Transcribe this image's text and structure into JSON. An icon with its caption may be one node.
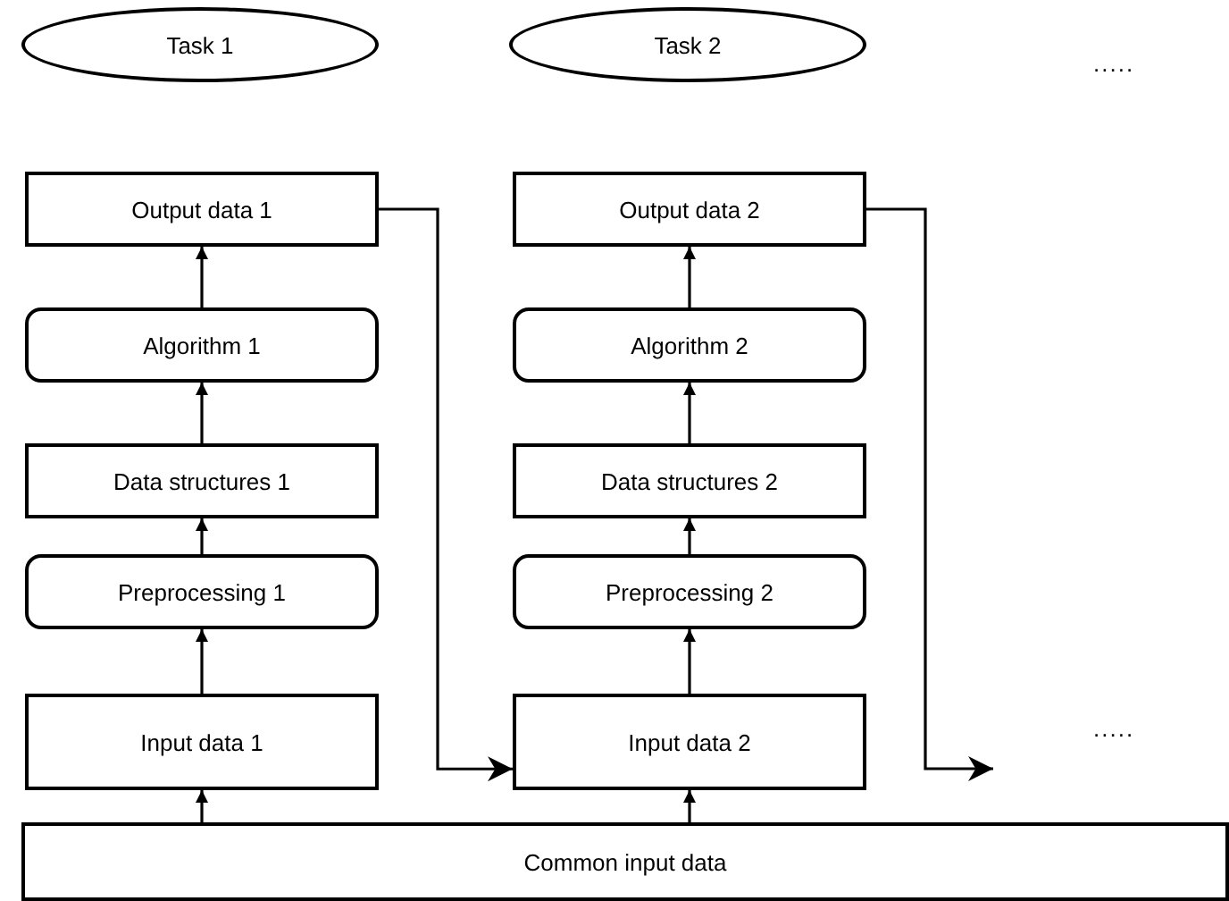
{
  "diagram": {
    "nodes": [
      {
        "text": [
          "Task 1"
        ]
      },
      {
        "text": [
          "Task 2"
        ]
      },
      {
        "text": [
          "Output data 1"
        ]
      },
      {
        "text": [
          "Output data 2"
        ]
      },
      {
        "text": [
          "Algorithm 1"
        ]
      },
      {
        "text": [
          "Algorithm 2"
        ]
      },
      {
        "text": [
          "Data structures 1"
        ]
      },
      {
        "text": [
          "Data structures 2"
        ]
      },
      {
        "text": [
          "Preprocessing 1"
        ]
      },
      {
        "text": [
          "Preprocessing 2"
        ]
      },
      {
        "text": [
          "Input data 1"
        ]
      },
      {
        "text": [
          "Input data 2"
        ]
      },
      {
        "text": [
          "Common input data"
        ]
      }
    ],
    "edges": [
      {
        "from": 10,
        "to": 8,
        "arrow": "to"
      },
      {
        "from": 8,
        "to": 6,
        "arrow": "to"
      },
      {
        "from": 6,
        "to": 4,
        "arrow": "to"
      },
      {
        "from": 4,
        "to": 2,
        "arrow": "to"
      },
      {
        "from": 11,
        "to": 9,
        "arrow": "to"
      },
      {
        "from": 9,
        "to": 7,
        "arrow": "to"
      },
      {
        "from": 7,
        "to": 5,
        "arrow": "to"
      },
      {
        "from": 5,
        "to": 3,
        "arrow": "to"
      },
      {
        "from": 12,
        "to": 10,
        "arrow": "to"
      },
      {
        "from": 12,
        "to": 11,
        "arrow": "to"
      },
      {
        "from": 2,
        "to": 11,
        "arrow": "to"
      },
      {
        "from": 3,
        "to": null,
        "arrow": "to"
      }
    ],
    "labels": [
      ".....",
      "....."
    ]
  }
}
